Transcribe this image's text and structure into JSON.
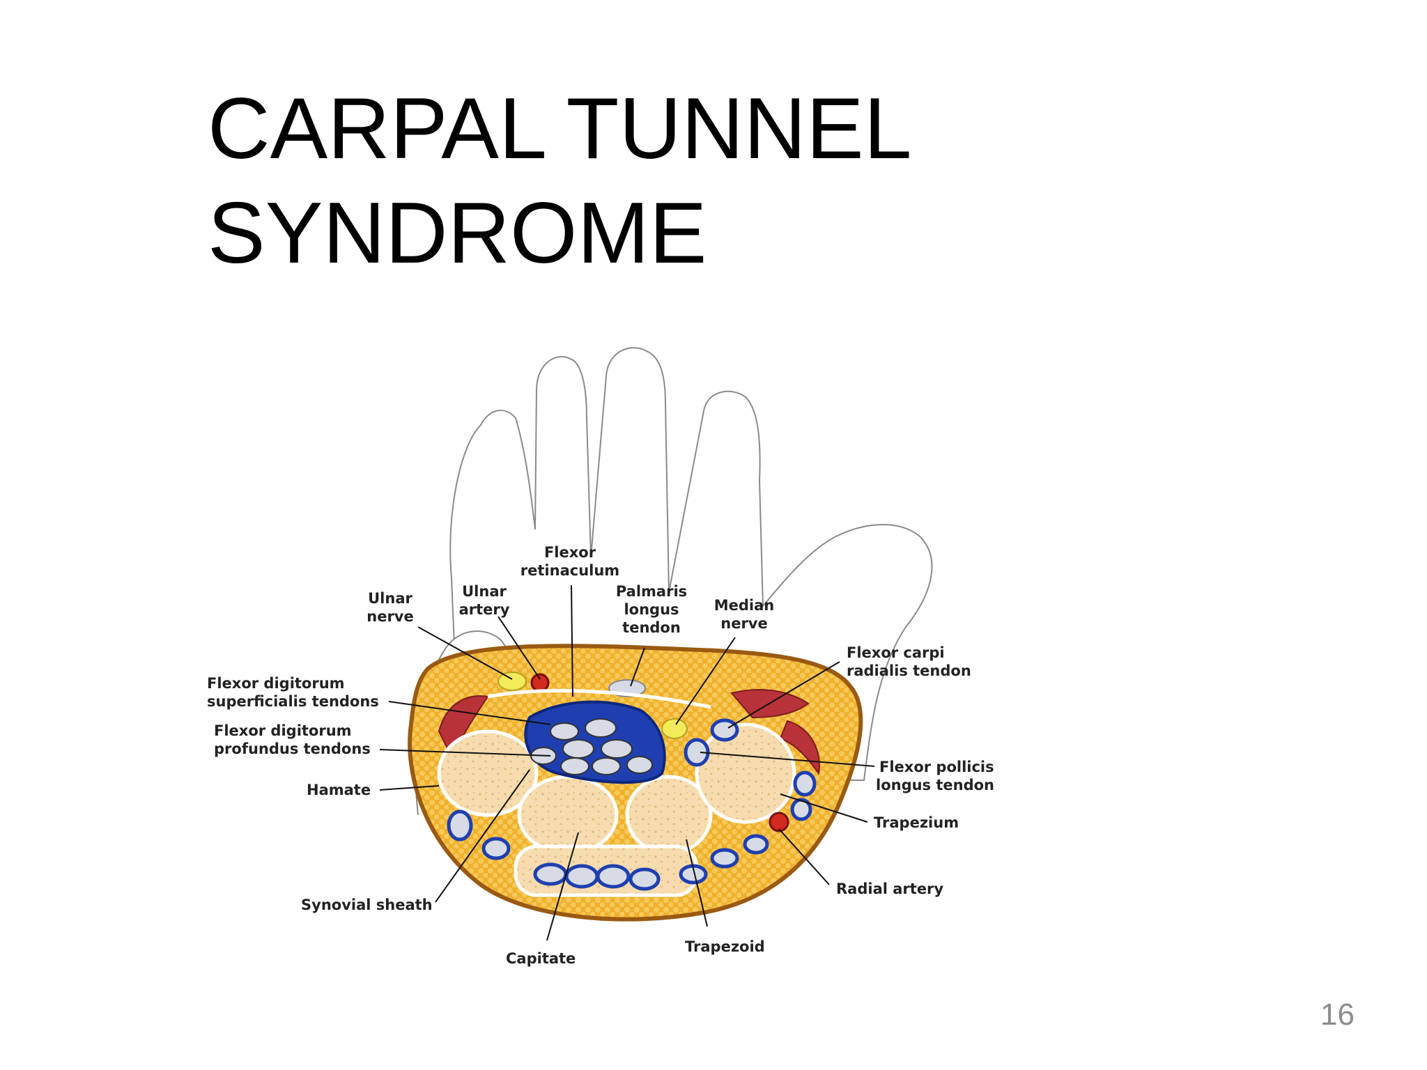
{
  "slide": {
    "title_line1": "CARPAL TUNNEL",
    "title_line2": "SYNDROME",
    "page_number": "16"
  },
  "diagram": {
    "colors": {
      "fat": "#f0b12c",
      "fat_light": "#f6c95a",
      "bone": "#f6dcae",
      "bone_speckle": "#e2b87c",
      "muscle": "#b8323a",
      "nerve": "#f3ea5a",
      "artery": "#d22a1e",
      "sheath": "#1f3fb0",
      "tendon": "#d6dbe6",
      "outline": "#8a8a8a"
    },
    "labels": {
      "flexor_retinaculum_1": "Flexor",
      "flexor_retinaculum_2": "retinaculum",
      "ulnar_nerve_1": "Ulnar",
      "ulnar_nerve_2": "nerve",
      "ulnar_artery_1": "Ulnar",
      "ulnar_artery_2": "artery",
      "palmaris_1": "Palmaris",
      "palmaris_2": "longus",
      "palmaris_3": "tendon",
      "median_nerve_1": "Median",
      "median_nerve_2": "nerve",
      "fcr_1": "Flexor carpi",
      "fcr_2": "radialis tendon",
      "fds_1": "Flexor digitorum",
      "fds_2": "superficialis tendons",
      "fdp_1": "Flexor digitorum",
      "fdp_2": "profundus tendons",
      "hamate": "Hamate",
      "fpl_1": "Flexor pollicis",
      "fpl_2": "longus tendon",
      "trapezium": "Trapezium",
      "radial_artery": "Radial artery",
      "synovial_sheath": "Synovial sheath",
      "capitate": "Capitate",
      "trapezoid": "Trapezoid"
    }
  }
}
